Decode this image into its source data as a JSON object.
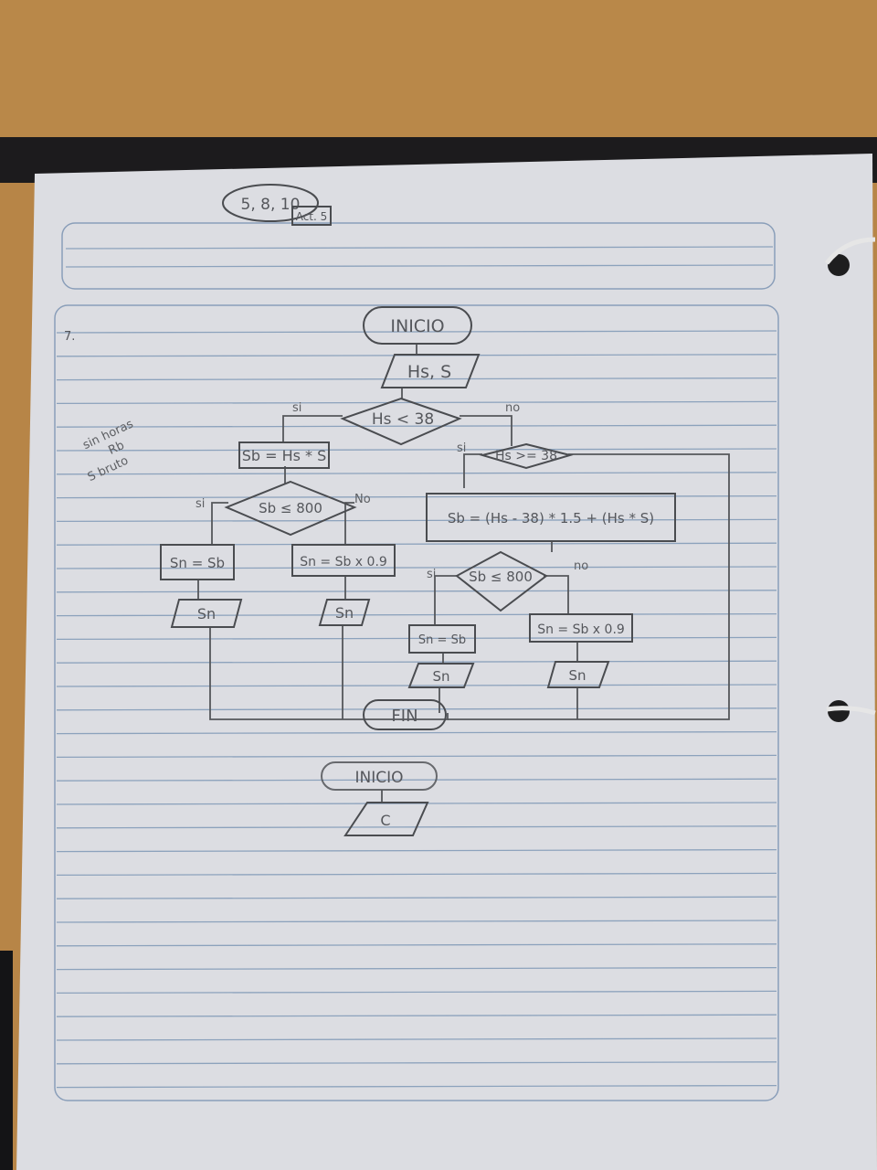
{
  "header": {
    "pages": "5, 8, 10",
    "activity": "Act. 5"
  },
  "exercise_number": "7.",
  "side_note": {
    "line1": "sin horas",
    "line2": "Rb",
    "line3": "S bruto"
  },
  "flowchart": {
    "start": "INICIO",
    "input": "Hs, S",
    "cond1": "Hs < 38",
    "yes": "si",
    "no": "no",
    "no_left": "No",
    "proc_sb": "Sb = Hs * S",
    "cond_left": "Sb ≤ 800",
    "left_yes_proc": "Sn = Sb",
    "left_no_proc": "Sn = Sb x 0.9",
    "out_sn": "Sn",
    "cond2": "Hs >= 38",
    "proc_sb_extra": "Sb = (Hs - 38) * 1.5 + (Hs * S)",
    "cond_right": "Sb ≤ 800",
    "right_yes_proc": "Sn = Sb",
    "right_no_proc": "Sn = Sb x 0.9",
    "end": "FIN"
  },
  "second_chart": {
    "start": "INICIO",
    "input": "C"
  }
}
